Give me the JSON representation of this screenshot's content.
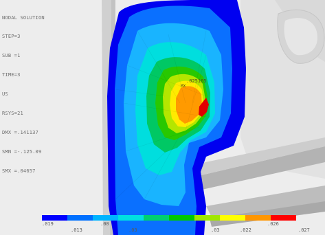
{
  "header": {
    "title": "NODAL SOLUTION",
    "lines": [
      "STEP=3",
      "SUB =1",
      "TIME=3",
      "US",
      "RSYS=21",
      "DMX =.141137",
      "SMN =-.125.09",
      "SMX =.04657"
    ]
  },
  "max_marker": {
    "label": ".025165",
    "symbol": "MX"
  },
  "legend": {
    "colors": [
      "#0000ff",
      "#0070ff",
      "#00b4ff",
      "#00e0e0",
      "#00d070",
      "#00c800",
      "#a0e600",
      "#ffff00",
      "#ff9600",
      "#ff0000"
    ],
    "labels_lower": [
      ".019",
      ".013",
      ".00",
      ".03",
      ".03",
      ".022",
      ".027"
    ],
    "labels_upper": [
      ".026"
    ]
  }
}
